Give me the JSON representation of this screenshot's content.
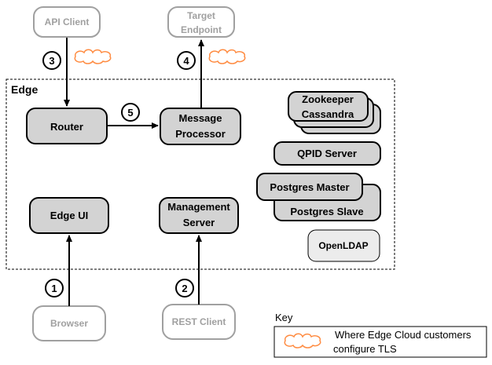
{
  "external": {
    "api_client": "API Client",
    "target_line1": "Target",
    "target_line2": "Endpoint",
    "browser": "Browser",
    "rest_client": "REST Client"
  },
  "edge": {
    "label": "Edge",
    "router": "Router",
    "mp_line1": "Message",
    "mp_line2": "Processor",
    "edge_ui": "Edge UI",
    "ms_line1": "Management",
    "ms_line2": "Server",
    "zookeeper": "Zookeeper",
    "cassandra": "Cassandra",
    "qpid": "QPID Server",
    "pg_master": "Postgres Master",
    "pg_slave": "Postgres Slave",
    "openldap": "OpenLDAP"
  },
  "steps": [
    "1",
    "2",
    "3",
    "4",
    "5"
  ],
  "key": {
    "title": "Key",
    "line1": "Where Edge Cloud customers",
    "line2": "configure TLS"
  },
  "colors": {
    "node_fill": "#d3d3d3",
    "external_stroke": "#a0a0a0",
    "cloud_stroke": "#ff8c42",
    "line": "#000000"
  }
}
